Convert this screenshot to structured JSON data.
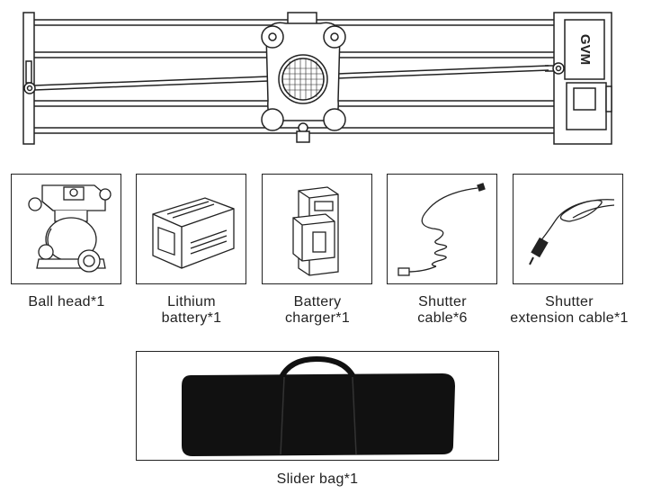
{
  "brand": "GVM",
  "accessories": [
    {
      "name": "ball-head",
      "line1": "Ball head*1",
      "line2": ""
    },
    {
      "name": "lithium-battery",
      "line1": "Lithium",
      "line2": "battery*1"
    },
    {
      "name": "battery-charger",
      "line1": "Battery",
      "line2": "charger*1"
    },
    {
      "name": "shutter-cable",
      "line1": "Shutter",
      "line2": "cable*6"
    },
    {
      "name": "shutter-extension-cable",
      "line1": "Shutter",
      "line2": "extension cable*1"
    }
  ],
  "bag": {
    "line1": "Slider bag*1"
  }
}
